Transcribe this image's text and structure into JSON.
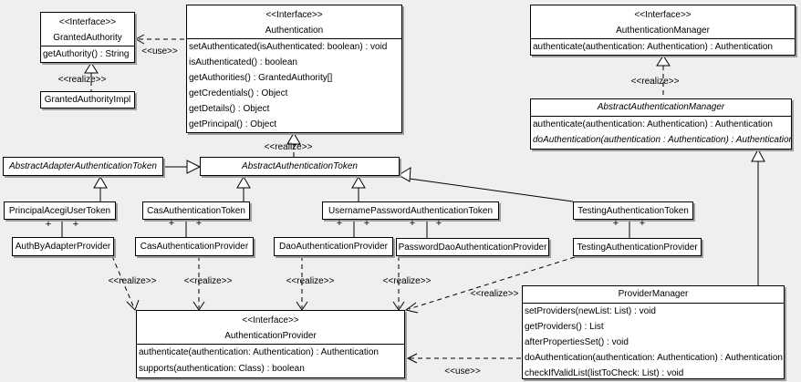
{
  "diagram": {
    "type": "uml-class-diagram",
    "background": "#efefef",
    "box_fill": "#ffffff",
    "box_border": "#000000",
    "box_shadow": "#9e9e9e"
  },
  "connectors": {
    "use_label": "<<use>>",
    "realize_label": "<<realize>>",
    "plus": "+"
  },
  "classes": {
    "granted_authority": {
      "stereotype": "<<Interface>>",
      "name": "GrantedAuthority",
      "methods": [
        "getAuthority() : String"
      ]
    },
    "granted_authority_impl": {
      "name": "GrantedAuthorityImpl"
    },
    "authentication": {
      "stereotype": "<<Interface>>",
      "name": "Authentication",
      "methods": [
        "setAuthenticated(isAuthenticated: boolean) : void",
        "isAuthenticated() : boolean",
        "getAuthorities() : GrantedAuthority[]",
        "getCredentials() : Object",
        "getDetails() : Object",
        "getPrincipal() : Object"
      ]
    },
    "authentication_manager": {
      "stereotype": "<<Interface>>",
      "name": "AuthenticationManager",
      "methods": [
        "authenticate(authentication: Authentication) : Authentication"
      ]
    },
    "abstract_authentication_manager": {
      "name": "AbstractAuthenticationManager",
      "abstract": true,
      "methods": [
        "authenticate(authentication: Authentication) : Authentication",
        "doAuthentication(authentication : Authentication) : Authentication"
      ]
    },
    "abstract_adapter_authentication_token": {
      "name": "AbstractAdapterAuthenticationToken",
      "abstract": true
    },
    "abstract_authentication_token": {
      "name": "AbstractAuthenticationToken",
      "abstract": true
    },
    "principal_acegi_user_token": {
      "name": "PrincipalAcegiUserToken"
    },
    "cas_authentication_token": {
      "name": "CasAuthenticationToken"
    },
    "username_password_authentication_token": {
      "name": "UsernamePasswordAuthenticationToken"
    },
    "testing_authentication_token": {
      "name": "TestingAuthenticationToken"
    },
    "auth_by_adapter_provider": {
      "name": "AuthByAdapterProvider"
    },
    "cas_authentication_provider": {
      "name": "CasAuthenticationProvider"
    },
    "dao_authentication_provider": {
      "name": "DaoAuthenticationProvider"
    },
    "password_dao_authentication_provider": {
      "name": "PasswordDaoAuthenticationProvider"
    },
    "testing_authentication_provider": {
      "name": "TestingAuthenticationProvider"
    },
    "authentication_provider": {
      "stereotype": "<<Interface>>",
      "name": "AuthenticationProvider",
      "methods": [
        "authenticate(authentication: Authentication) : Authentication",
        "supports(authentication: Class) : boolean"
      ]
    },
    "provider_manager": {
      "name": "ProviderManager",
      "methods": [
        "setProviders(newList: List) : void",
        "getProviders() : List",
        "afterPropertiesSet() : void",
        "doAuthentication(authentication: Authentication) : Authentication",
        "checkIfValidList(listToCheck: List) : void"
      ]
    }
  },
  "relationships": [
    {
      "from": "Authentication",
      "to": "GrantedAuthority",
      "type": "use"
    },
    {
      "from": "GrantedAuthorityImpl",
      "to": "GrantedAuthority",
      "type": "realize"
    },
    {
      "from": "AbstractAuthenticationToken",
      "to": "Authentication",
      "type": "realize"
    },
    {
      "from": "AbstractAuthenticationManager",
      "to": "AuthenticationManager",
      "type": "realize"
    },
    {
      "from": "AbstractAdapterAuthenticationToken",
      "to": "AbstractAuthenticationToken",
      "type": "generalization"
    },
    {
      "from": "PrincipalAcegiUserToken",
      "to": "AbstractAdapterAuthenticationToken",
      "type": "generalization"
    },
    {
      "from": "CasAuthenticationToken",
      "to": "AbstractAuthenticationToken",
      "type": "generalization"
    },
    {
      "from": "UsernamePasswordAuthenticationToken",
      "to": "AbstractAuthenticationToken",
      "type": "generalization"
    },
    {
      "from": "TestingAuthenticationToken",
      "to": "AbstractAuthenticationToken",
      "type": "generalization"
    },
    {
      "from": "PrincipalAcegiUserToken",
      "to": "AuthByAdapterProvider",
      "type": "association",
      "multiplicity": "+ +"
    },
    {
      "from": "CasAuthenticationToken",
      "to": "CasAuthenticationProvider",
      "type": "association",
      "multiplicity": "+ +"
    },
    {
      "from": "UsernamePasswordAuthenticationToken",
      "to": "DaoAuthenticationProvider",
      "type": "association",
      "multiplicity": "+ +"
    },
    {
      "from": "UsernamePasswordAuthenticationToken",
      "to": "PasswordDaoAuthenticationProvider",
      "type": "association",
      "multiplicity": "+ +"
    },
    {
      "from": "TestingAuthenticationToken",
      "to": "TestingAuthenticationProvider",
      "type": "association",
      "multiplicity": "+ +"
    },
    {
      "from": "AuthByAdapterProvider",
      "to": "AuthenticationProvider",
      "type": "realize"
    },
    {
      "from": "CasAuthenticationProvider",
      "to": "AuthenticationProvider",
      "type": "realize"
    },
    {
      "from": "DaoAuthenticationProvider",
      "to": "AuthenticationProvider",
      "type": "realize"
    },
    {
      "from": "PasswordDaoAuthenticationProvider",
      "to": "AuthenticationProvider",
      "type": "realize"
    },
    {
      "from": "TestingAuthenticationProvider",
      "to": "AuthenticationProvider",
      "type": "realize"
    },
    {
      "from": "ProviderManager",
      "to": "AbstractAuthenticationManager",
      "type": "generalization"
    },
    {
      "from": "ProviderManager",
      "to": "AuthenticationProvider",
      "type": "use"
    }
  ]
}
